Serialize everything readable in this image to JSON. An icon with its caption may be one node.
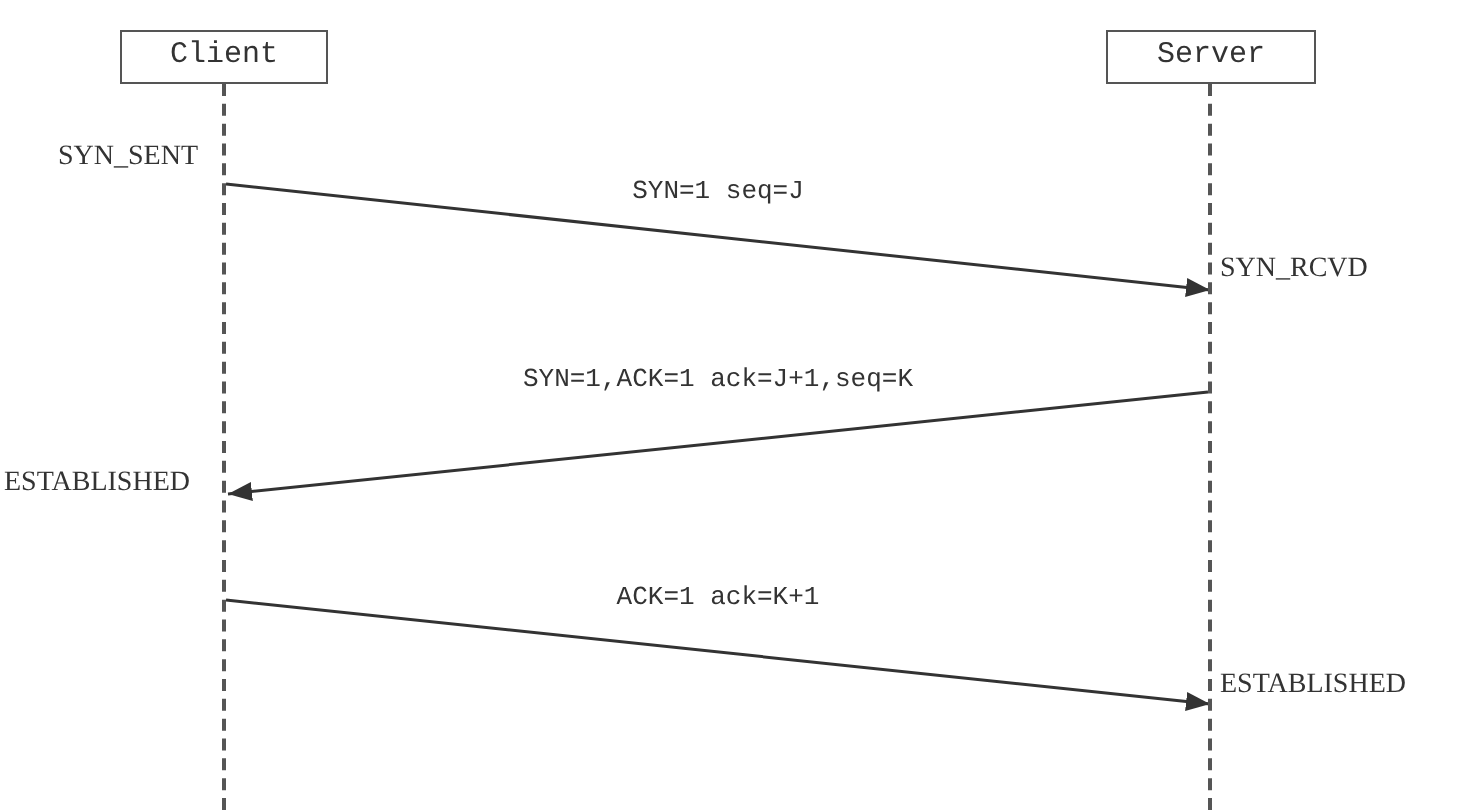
{
  "diagram": {
    "nodes": [
      {
        "text": [
          "Client"
        ]
      },
      {
        "text": [
          "Server"
        ]
      },
      {
        "text": [],
        "shape": "lifeline"
      },
      {
        "text": [],
        "shape": "lifeline"
      }
    ],
    "edges": [
      {
        "from": 2,
        "to": 3,
        "arrow": "to",
        "label": "SYN=1 seq=J"
      },
      {
        "from": 3,
        "to": 2,
        "arrow": "to",
        "label": "SYN=1,ACK=1 ack=J+1,seq=K"
      },
      {
        "from": 2,
        "to": 3,
        "arrow": "to",
        "label": "ACK=1 ack=K+1"
      }
    ],
    "labels": [
      "SYN_SENT",
      "SYN_RCVD",
      "ESTABLISHED",
      "ESTABLISHED"
    ]
  }
}
